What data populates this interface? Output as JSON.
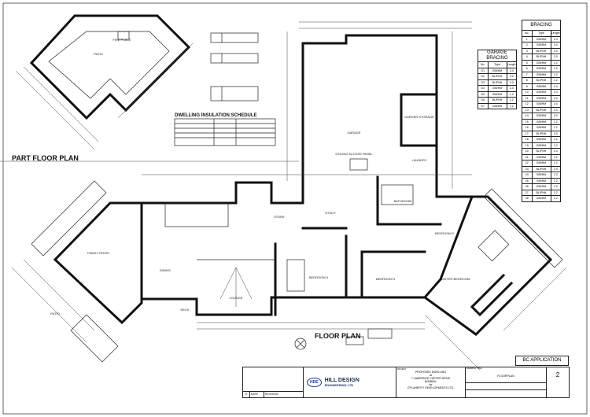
{
  "titles": {
    "part_floor_plan": "PART FLOOR PLAN",
    "floor_plan": "FLOOR PLAN",
    "insulation_schedule": "DWELLING INSULATION SCHEDULE",
    "bc_application": "BC APPLICATION"
  },
  "rooms": {
    "garage": "GARAGE",
    "ceiling_access": "CEILING ACCESS PANEL",
    "garden_storage": "GARDEN STORAGE",
    "laundry": "LAUNDRY",
    "family_room": "FAMILY ROOM",
    "dining": "DINING",
    "lounge": "LOUNGE",
    "store": "STORE",
    "study": "STUDY",
    "bathroom": "BATHROOM",
    "bedroom2": "BEDROOM 2",
    "bedroom3": "BEDROOM 3",
    "bedroom4": "BEDROOM 4",
    "master_bedroom": "MASTER BEDROOM",
    "patio": "PATIO",
    "deck": "DECK",
    "fire_place": "FIRE PLACE"
  },
  "bracing": {
    "title": "BRACING",
    "headers": [
      "No.",
      "Type",
      "Length"
    ],
    "rows": [
      [
        "1",
        "GIB/HM",
        "2.4"
      ],
      [
        "2",
        "GIB/HM",
        "2.4"
      ],
      [
        "3",
        "BL/PNH",
        "2.4"
      ],
      [
        "4",
        "BL/PNH",
        "2.0"
      ],
      [
        "5",
        "GIB/HM",
        "1.2"
      ],
      [
        "6",
        "GIB/HM",
        "1.2"
      ],
      [
        "7",
        "GIB/HM",
        "1.2"
      ],
      [
        "8",
        "BL/PNH",
        "1.2"
      ],
      [
        "9",
        "GIB/HM",
        "2.4"
      ],
      [
        "10",
        "GIB/HM",
        "2.4"
      ],
      [
        "11",
        "GIB/HM",
        "2.4"
      ],
      [
        "12",
        "GIB/HM",
        "2.4"
      ],
      [
        "13",
        "BL/PNH",
        "2.4"
      ],
      [
        "14",
        "GIB/HM",
        "2.0"
      ],
      [
        "15",
        "GIB/HM",
        "1.2"
      ],
      [
        "16",
        "GIB/HM",
        "1.2"
      ],
      [
        "17",
        "BL/PNH",
        "2.0"
      ],
      [
        "18",
        "GIB/HM",
        "1.2"
      ],
      [
        "19",
        "GIB/HM",
        "1.2"
      ],
      [
        "20",
        "BL/PNH",
        "2.4"
      ],
      [
        "21",
        "GIB/HM",
        "1.2"
      ],
      [
        "22",
        "GIB/HM",
        "1.2"
      ],
      [
        "23",
        "BL/PNH",
        "2.4"
      ],
      [
        "24",
        "GIB/HM",
        "1.2"
      ],
      [
        "25",
        "GIB/HM",
        "1.2"
      ],
      [
        "26",
        "GIB/HM",
        "1.2"
      ],
      [
        "27",
        "BL/PNH",
        "1.2"
      ],
      [
        "28",
        "GIB/HM",
        "1.2"
      ]
    ]
  },
  "garage_bracing": {
    "title1": "GARAGE",
    "title2": "BRACING",
    "headers": [
      "No.",
      "Type",
      "Length"
    ],
    "rows": [
      [
        "G1",
        "GIB/HM",
        "2.4"
      ],
      [
        "G2",
        "BL/PNH",
        "2.0"
      ],
      [
        "G3",
        "BL/PNH",
        "2.0"
      ],
      [
        "G4",
        "GIB/HM",
        "2.4"
      ],
      [
        "G5",
        "GIB/HM",
        "1.2"
      ],
      [
        "G6",
        "BL/PNH",
        "1.2"
      ],
      [
        "G7",
        "GIB/HM",
        "1.2"
      ]
    ]
  },
  "title_block": {
    "logo": "HDE",
    "company_line1": "HILL DESIGN",
    "company_line2": "ENGINEERING LTD",
    "project_label": "PROJECT",
    "project_lines": [
      "PROPOSED DWELLING",
      "at",
      "7 LAWRENCE CARTER DRIVE",
      "BOMBAY",
      "for",
      "O'FLAHERTY DEVELOPMENTS LTD."
    ],
    "drawing_title_label": "DRAWING TITLE",
    "drawing_title": "FLOORPLAN",
    "sheet_no": "2",
    "rev_headers": [
      "#",
      "DATE",
      "REVISION"
    ]
  }
}
